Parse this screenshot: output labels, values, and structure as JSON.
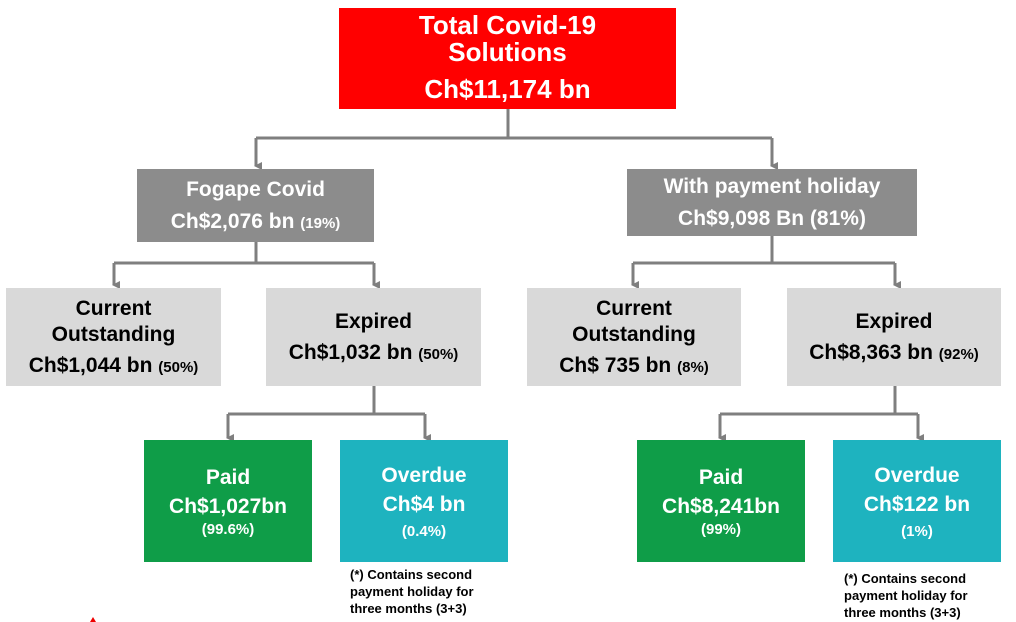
{
  "root": {
    "title": "Total Covid-19 Solutions",
    "value": "Ch$11,174 bn"
  },
  "left": {
    "title": "Fogape Covid",
    "value": "Ch$2,076 bn",
    "pct": "(19%)",
    "current": {
      "title": "Current Outstanding",
      "value": "Ch$1,044 bn",
      "pct": "(50%)"
    },
    "expired": {
      "title": "Expired",
      "value": "Ch$1,032 bn",
      "pct": "(50%)"
    },
    "paid": {
      "title": "Paid",
      "value": "Ch$1,027bn",
      "pct": "(99.6%)"
    },
    "overdue": {
      "title": "Overdue",
      "value": "Ch$4 bn",
      "pct": "(0.4%)"
    },
    "note": "(*) Contains second payment holiday for three months (3+3)"
  },
  "right": {
    "title": "With payment holiday",
    "value": "Ch$9,098 Bn (81%)",
    "current": {
      "title": "Current Outstanding",
      "value": "Ch$ 735 bn",
      "pct": "(8%)"
    },
    "expired": {
      "title": "Expired",
      "value": "Ch$8,363 bn",
      "pct": "(92%)"
    },
    "paid": {
      "title": "Paid",
      "value": "Ch$8,241bn",
      "pct": "(99%)"
    },
    "overdue": {
      "title": "Overdue",
      "value": "Ch$122 bn",
      "pct": "(1%)"
    },
    "note": "(*) Contains second payment holiday for three months (3+3)"
  },
  "colors": {
    "root": "#ff0000",
    "level1": "#8c8c8c",
    "level2": "#d9d9d9",
    "paid": "#0f9d48",
    "overdue": "#1eb3bf",
    "connector": "#7f7f7f"
  }
}
